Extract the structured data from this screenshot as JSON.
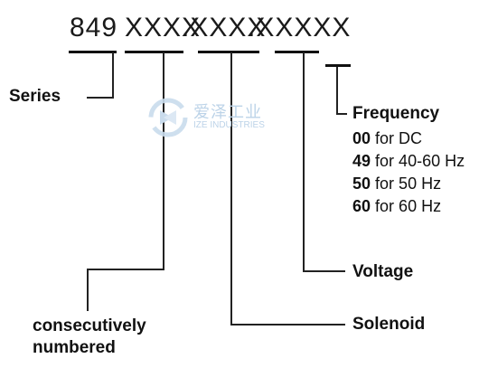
{
  "part_number": {
    "prefix": "849",
    "segment_1": "XXXX",
    "segment_2": ".XXXX",
    "segment_3": ".XXXXX"
  },
  "labels": {
    "series": "Series",
    "frequency": "Frequency",
    "voltage": "Voltage",
    "solenoid": "Solenoid",
    "consecutive_line1": "consecutively",
    "consecutive_line2": "numbered"
  },
  "frequency_options": [
    {
      "code": "00",
      "text": "for DC"
    },
    {
      "code": "49",
      "text": "for 40-60 Hz"
    },
    {
      "code": "50",
      "text": "for 50 Hz"
    },
    {
      "code": "60",
      "text": "for 60 Hz"
    }
  ],
  "watermark": {
    "title": "爱泽工业",
    "subtitle": "IZE INDUSTRIES",
    "icon": "ize-logo-icon",
    "color": "#bcd3e8"
  }
}
